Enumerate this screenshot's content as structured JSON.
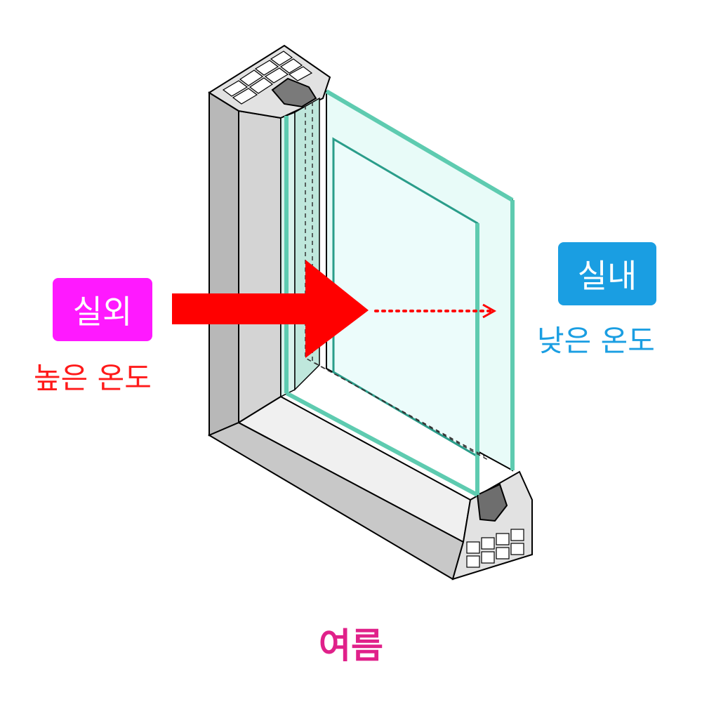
{
  "labels": {
    "outdoor": "실외",
    "outdoor_temp": "높은 온도",
    "indoor": "실내",
    "indoor_temp": "낮은 온도",
    "season": "여름"
  },
  "colors": {
    "outdoor_badge": "#ff19ff",
    "outdoor_text": "#ff1a1a",
    "indoor_badge": "#1a9ee2",
    "indoor_text": "#1a9ee2",
    "season_text": "#e0218a",
    "heat_arrow": "#ff0000",
    "glass": "#5ecbb0",
    "frame": "#c9c9c9"
  },
  "icons": {
    "heat_flow": "arrow-right-icon",
    "transmission": "dotted-arrow-icon"
  }
}
